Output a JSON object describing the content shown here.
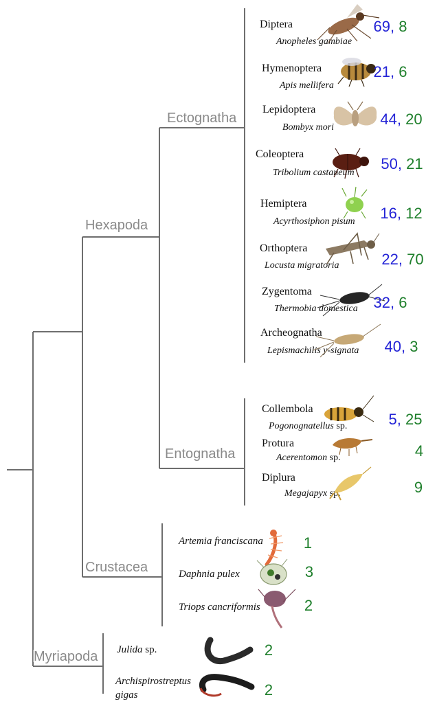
{
  "colors": {
    "count_first": "#2323d6",
    "count_second": "#1e7f2b",
    "branch": "#6e6e6e",
    "clade_label": "#8a8a8a"
  },
  "clades": {
    "ectognatha": "Ectognatha",
    "hexapoda": "Hexapoda",
    "entognatha": "Entognatha",
    "crustacea": "Crustacea",
    "myriapoda": "Myriapoda"
  },
  "ectognatha_taxa": [
    {
      "order": "Diptera",
      "species": "Anopheles gambiae",
      "count_a": "69",
      "count_b": "8",
      "icon": "mosquito-icon"
    },
    {
      "order": "Hymenoptera",
      "species": "Apis mellifera",
      "count_a": "21",
      "count_b": "6",
      "icon": "honeybee-icon"
    },
    {
      "order": "Lepidoptera",
      "species": "Bombyx mori",
      "count_a": "44",
      "count_b": "20",
      "icon": "silkmoth-icon"
    },
    {
      "order": "Coleoptera",
      "species": "Tribolium castaneum",
      "count_a": "50",
      "count_b": "21",
      "icon": "beetle-icon"
    },
    {
      "order": "Hemiptera",
      "species": "Acyrthosiphon pisum",
      "count_a": "16",
      "count_b": "12",
      "icon": "aphid-icon"
    },
    {
      "order": "Orthoptera",
      "species": "Locusta migratoria",
      "count_a": "22",
      "count_b": "70",
      "icon": "locust-icon"
    },
    {
      "order": "Zygentoma",
      "species": "Thermobia domestica",
      "count_a": "32",
      "count_b": "6",
      "icon": "firebrat-icon"
    },
    {
      "order": "Archeognatha",
      "species": "Lepismachilis y-signata",
      "count_a": "40",
      "count_b": "3",
      "icon": "bristletail-icon"
    }
  ],
  "entognatha_taxa": [
    {
      "order": "Collembola",
      "species": "Pogonognatellus",
      "species_suffix": "sp.",
      "count_a": "5",
      "count_b": "25",
      "icon": "springtail-icon"
    },
    {
      "order": "Protura",
      "species": "Acerentomon",
      "species_suffix": "sp.",
      "count": "4",
      "icon": "proturan-icon"
    },
    {
      "order": "Diplura",
      "species": "Megajapyx",
      "species_suffix": "sp.",
      "count": "9",
      "icon": "dipluran-icon"
    }
  ],
  "crustacea_taxa": [
    {
      "species": "Artemia franciscana",
      "count": "1",
      "icon": "brine-shrimp-icon"
    },
    {
      "species": "Daphnia pulex",
      "count": "3",
      "icon": "water-flea-icon"
    },
    {
      "species": "Triops cancriformis",
      "count": "2",
      "icon": "tadpole-shrimp-icon"
    }
  ],
  "myriapoda_taxa": [
    {
      "species": "Julida",
      "species_suffix": "sp.",
      "count": "2",
      "icon": "millipede-icon"
    },
    {
      "species_line1": "Archispirostreptus",
      "species_line2": "gigas",
      "count": "2",
      "icon": "giant-millipede-icon"
    }
  ],
  "count_separator": ", "
}
